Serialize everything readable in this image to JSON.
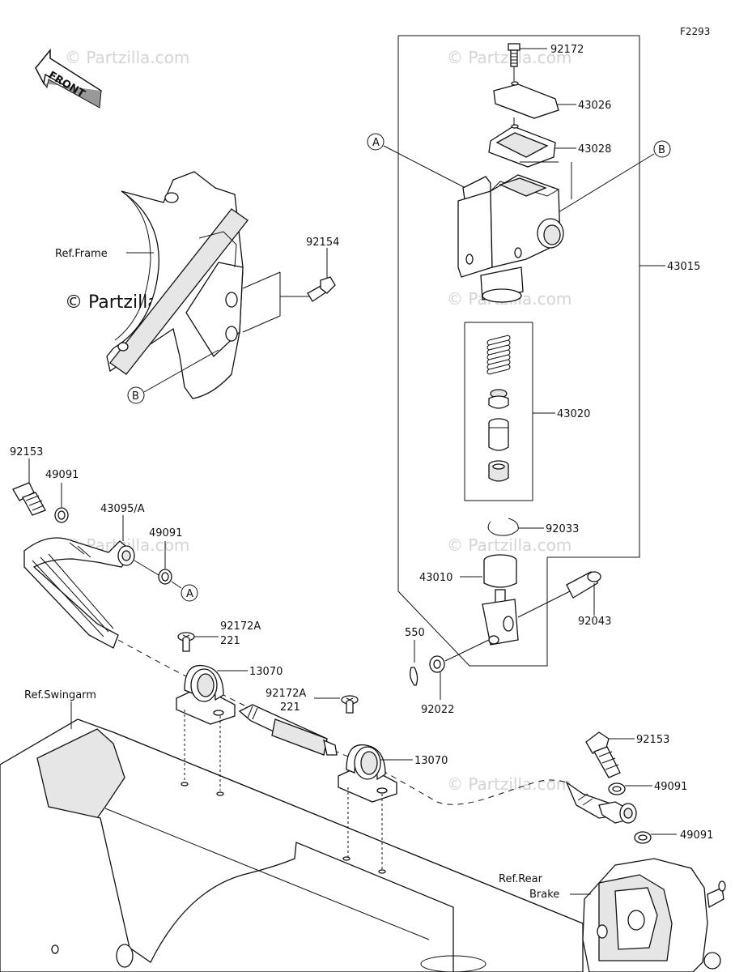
{
  "figure_code": "F2293",
  "front_label": "FRONT",
  "watermark": "© Partzilla.com",
  "callouts": {
    "a": "A",
    "b": "B"
  },
  "part_numbers": {
    "p92172": "92172",
    "p43026": "43026",
    "p43028": "43028",
    "p43015": "43015",
    "p92154": "92154",
    "p43020": "43020",
    "p92033": "92033",
    "p43010": "43010",
    "p92043": "92043",
    "p550": "550",
    "p92022": "92022",
    "p92153_top": "92153",
    "p49091_a": "49091",
    "p43095a": "43095/A",
    "p49091_b": "49091",
    "p92172a_1": "92172A",
    "p221_1": "221",
    "p13070_1": "13070",
    "p92172a_2": "92172A",
    "p221_2": "221",
    "p13070_2": "13070",
    "p92153_bot": "92153",
    "p49091_c": "49091",
    "p49091_d": "49091"
  },
  "reference_labels": {
    "frame": "Ref.Frame",
    "swingarm": "Ref.Swingarm",
    "rear_brake_1": "Ref.Rear",
    "rear_brake_2": "Brake"
  }
}
